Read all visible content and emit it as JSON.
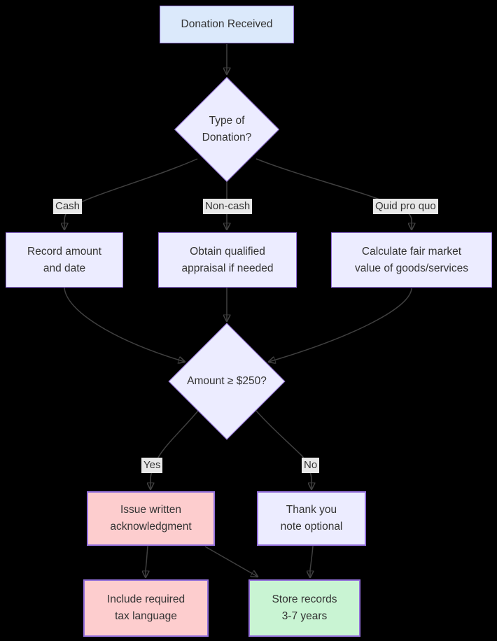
{
  "diagram": {
    "type": "flowchart",
    "background": "#000000",
    "nodes": {
      "start": {
        "label": "Donation Received",
        "shape": "rect",
        "fill": "#dbe9fb"
      },
      "type_decision": {
        "label": "Type of Donation?",
        "shape": "diamond",
        "fill": "#ececff"
      },
      "record": {
        "label": "Record amount and date",
        "shape": "rect",
        "fill": "#ececff"
      },
      "appraisal": {
        "label": "Obtain qualified appraisal if needed",
        "shape": "rect",
        "fill": "#ececff"
      },
      "fmv": {
        "label": "Calculate fair market value of goods/services",
        "shape": "rect",
        "fill": "#ececff"
      },
      "amount_decision": {
        "label": "Amount ≥ $250?",
        "shape": "diamond",
        "fill": "#ececff"
      },
      "acknowledgment": {
        "label": "Issue written acknowledgment",
        "shape": "rect",
        "fill": "#fdcdce"
      },
      "thank_you": {
        "label": "Thank you note optional",
        "shape": "rect",
        "fill": "#ececff"
      },
      "tax_language": {
        "label": "Include required tax language",
        "shape": "rect",
        "fill": "#fdcdce"
      },
      "store_records": {
        "label": "Store records 3-7 years",
        "shape": "rect",
        "fill": "#c9f4d3"
      }
    },
    "edge_labels": {
      "cash": "Cash",
      "noncash": "Non-cash",
      "quid": "Quid pro quo",
      "yes": "Yes",
      "no": "No"
    },
    "edges": [
      {
        "from": "start",
        "to": "type_decision",
        "label": ""
      },
      {
        "from": "type_decision",
        "to": "record",
        "label": "Cash"
      },
      {
        "from": "type_decision",
        "to": "appraisal",
        "label": "Non-cash"
      },
      {
        "from": "type_decision",
        "to": "fmv",
        "label": "Quid pro quo"
      },
      {
        "from": "record",
        "to": "amount_decision",
        "label": ""
      },
      {
        "from": "appraisal",
        "to": "amount_decision",
        "label": ""
      },
      {
        "from": "fmv",
        "to": "amount_decision",
        "label": ""
      },
      {
        "from": "amount_decision",
        "to": "acknowledgment",
        "label": "Yes"
      },
      {
        "from": "amount_decision",
        "to": "thank_you",
        "label": "No"
      },
      {
        "from": "acknowledgment",
        "to": "tax_language",
        "label": ""
      },
      {
        "from": "acknowledgment",
        "to": "store_records",
        "label": ""
      },
      {
        "from": "thank_you",
        "to": "store_records",
        "label": ""
      }
    ],
    "colors": {
      "node_border": "#9370db",
      "default_fill": "#ececff",
      "start_fill": "#dbe9fb",
      "pink_fill": "#fdcdce",
      "green_fill": "#c9f4d3",
      "edge_stroke": "#404040",
      "edge_label_bg": "#e8e8e8",
      "text": "#333333",
      "background": "#000000"
    }
  }
}
